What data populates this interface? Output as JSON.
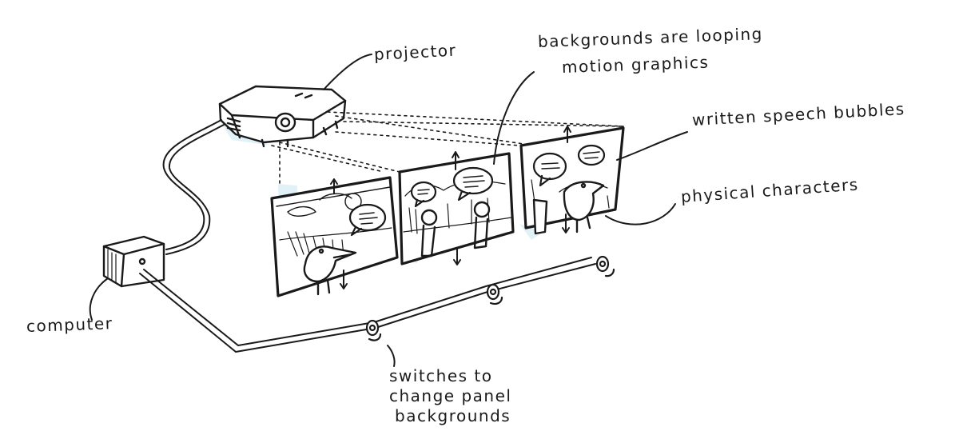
{
  "labels": {
    "projector": "projector",
    "backgrounds_line1": "backgrounds are looping",
    "backgrounds_line2": "motion graphics",
    "speech_bubbles": "written speech bubbles",
    "physical_characters": "physical characters",
    "computer": "computer",
    "switches_line1": "switches to",
    "switches_line2": "change panel",
    "switches_line3": "backgrounds"
  },
  "colors": {
    "ink": "#1a1a1a",
    "cyan_tint": "#cde9f2",
    "paper": "#ffffff"
  },
  "icons": [
    "projector-icon",
    "computer-icon",
    "switch-icon",
    "speech-bubble-icon",
    "character-icon",
    "arrow-icon"
  ]
}
